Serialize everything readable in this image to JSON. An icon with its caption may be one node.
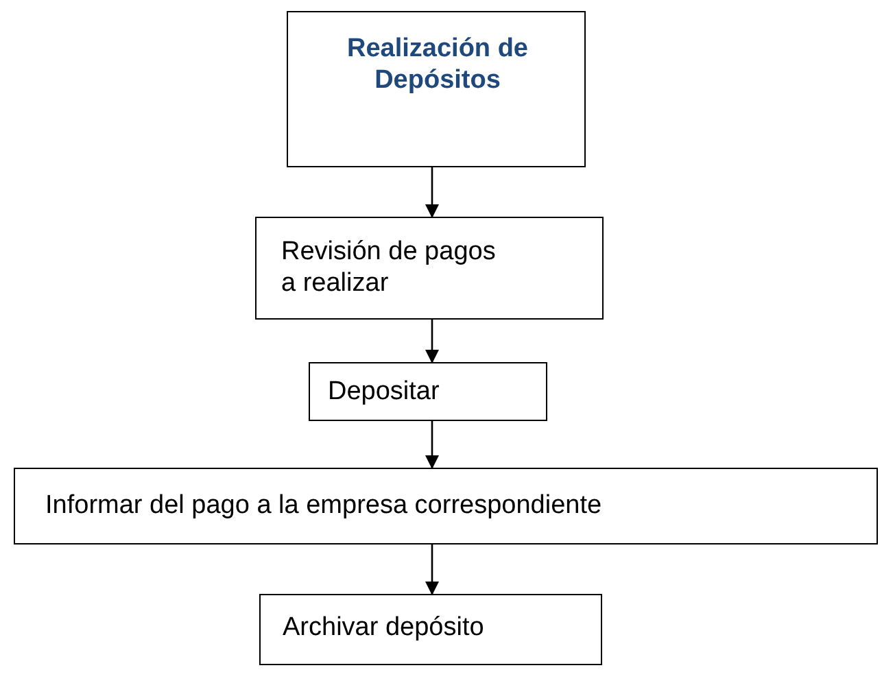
{
  "diagram": {
    "nodes": [
      {
        "text": [
          "Realización de Depósitos"
        ]
      },
      {
        "text": [
          "Revisión de pagos a realizar"
        ]
      },
      {
        "text": [
          "Depositar"
        ]
      },
      {
        "text": [
          "Informar del pago a la empresa correspondiente"
        ]
      },
      {
        "text": [
          "Archivar depósito"
        ]
      }
    ],
    "edges": [
      {
        "from": 0,
        "to": 1,
        "arrow": "to"
      },
      {
        "from": 1,
        "to": 2,
        "arrow": "to"
      },
      {
        "from": 2,
        "to": 3,
        "arrow": "to"
      },
      {
        "from": 3,
        "to": 4,
        "arrow": "to"
      }
    ]
  }
}
